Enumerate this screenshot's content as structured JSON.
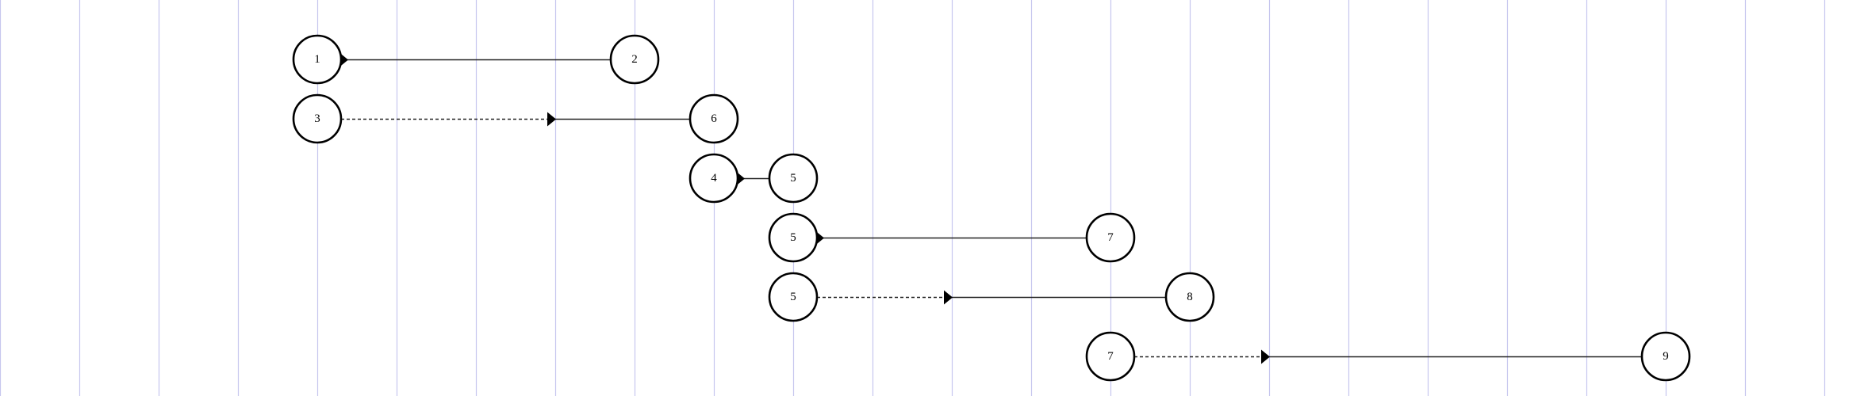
{
  "diagram": {
    "type": "dependency-timeline",
    "grid_on": true,
    "grid_color": "#c6c6ee",
    "rows": [
      {
        "start": {
          "label": "1",
          "col": 4
        },
        "end": {
          "label": "2",
          "col": 8
        },
        "arrow_col": 4.33,
        "dashed_until": null
      },
      {
        "start": {
          "label": "3",
          "col": 4
        },
        "end": {
          "label": "6",
          "col": 9
        },
        "arrow_col": 6.95,
        "dashed_until": 6.95
      },
      {
        "start": {
          "label": "4",
          "col": 9
        },
        "end": {
          "label": "5",
          "col": 10
        },
        "arrow_col": 9.33,
        "dashed_until": null
      },
      {
        "start": {
          "label": "5",
          "col": 10
        },
        "end": {
          "label": "7",
          "col": 14
        },
        "arrow_col": 10.33,
        "dashed_until": null
      },
      {
        "start": {
          "label": "5",
          "col": 10
        },
        "end": {
          "label": "8",
          "col": 15
        },
        "arrow_col": 11.95,
        "dashed_until": 11.95
      },
      {
        "start": {
          "label": "7",
          "col": 14
        },
        "end": {
          "label": "9",
          "col": 21
        },
        "arrow_col": 15.95,
        "dashed_until": 15.95
      }
    ]
  }
}
